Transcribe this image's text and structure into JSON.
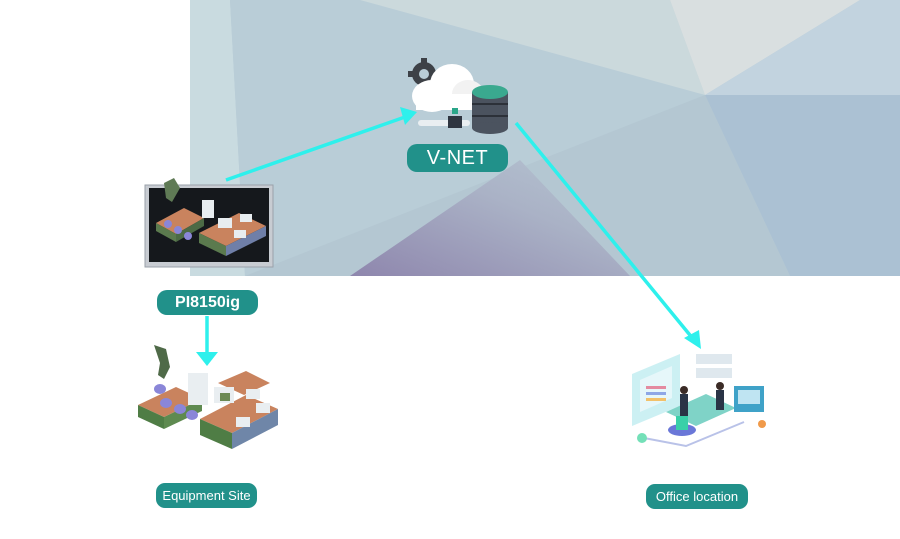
{
  "diagram": {
    "nodes": {
      "vnet": {
        "label": "V-NET",
        "icon": "cloud-database-icon"
      },
      "pi8150ig": {
        "label": "PI8150ig",
        "icon": "panel-pc-icon"
      },
      "equipment_site": {
        "label": "Equipment Site",
        "icon": "factory-line-icon"
      },
      "office_location": {
        "label": "Office location",
        "icon": "office-icon"
      }
    },
    "edges": [
      {
        "from": "PI8150ig",
        "to": "V-NET"
      },
      {
        "from": "PI8150ig",
        "to": "Equipment Site"
      },
      {
        "from": "V-NET",
        "to": "Office location"
      }
    ],
    "colors": {
      "label_bg": "#21918a",
      "arrow": "#2ef0ec",
      "background": "#b7ccd6"
    }
  }
}
